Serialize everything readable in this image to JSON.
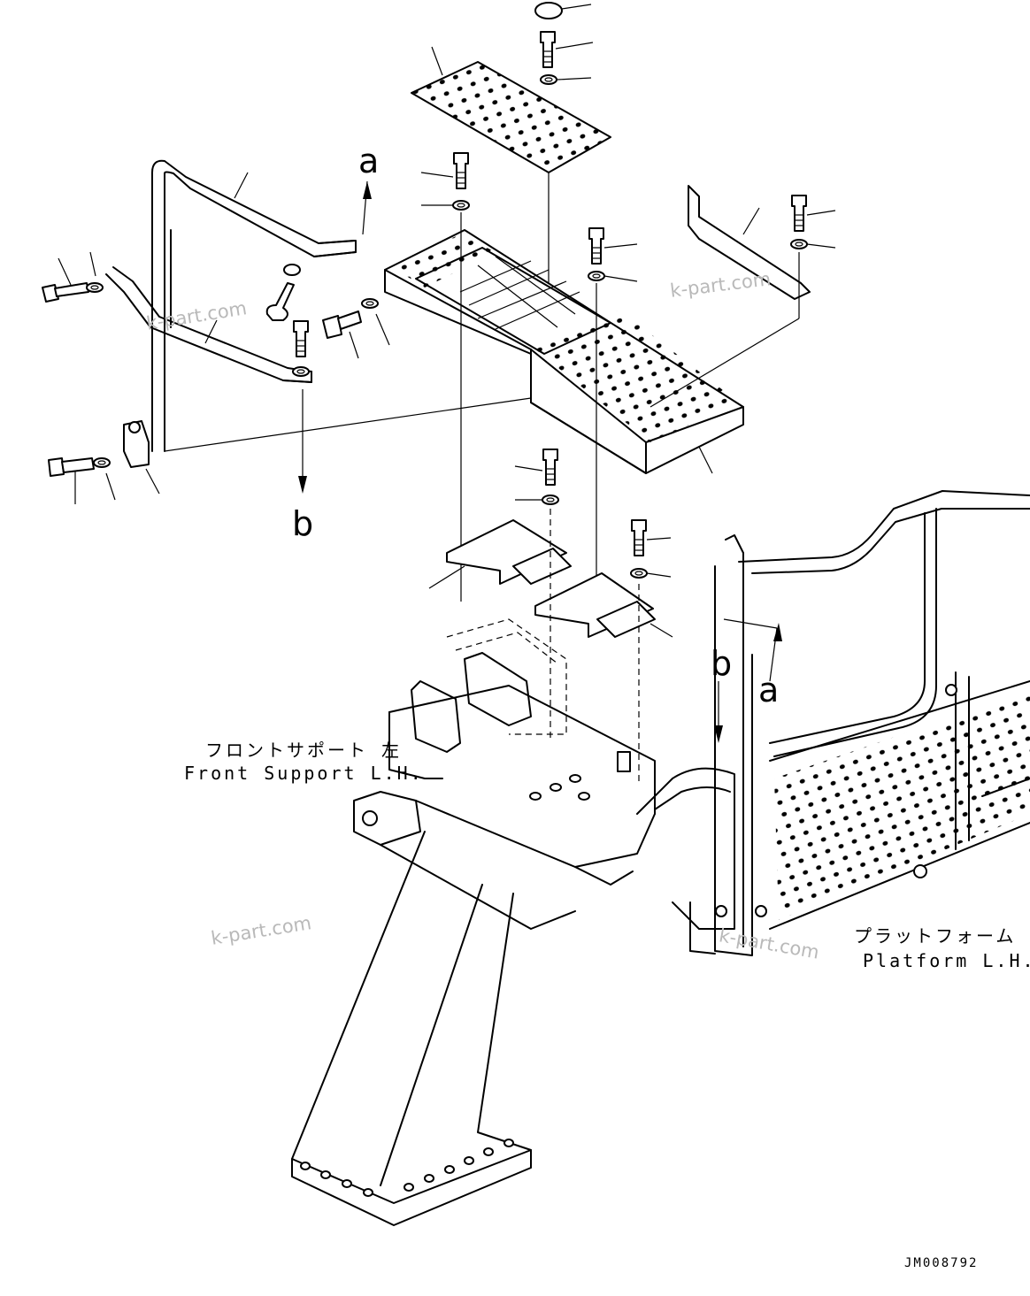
{
  "labels": {
    "front_support_jp": "フロントサポート 左",
    "front_support_en": "Front Support L.H.",
    "platform_jp": "プラットフォーム 左",
    "platform_en": "Platform L.H."
  },
  "refs": {
    "a_top": "a",
    "b_left": "b",
    "b_right": "b",
    "a_right": "a"
  },
  "watermarks": [
    "k-part.com",
    "k-part.com",
    "k-part.com",
    "k-part.com"
  ],
  "drawing_code": "JM008792"
}
